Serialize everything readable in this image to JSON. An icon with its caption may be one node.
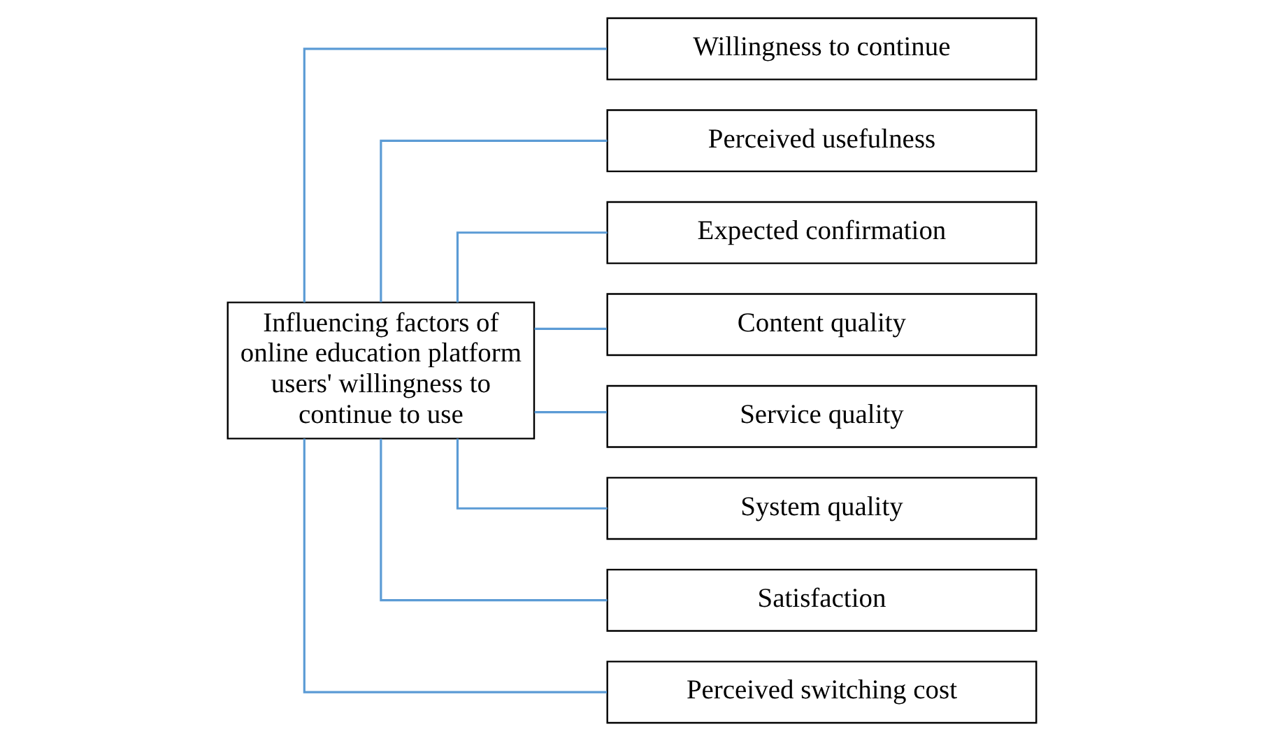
{
  "diagram": {
    "nodes": [
      {
        "text": [
          "Influencing factors of online education platform users' willingness to continue to use"
        ]
      },
      {
        "text": [
          "Willingness to continue"
        ]
      },
      {
        "text": [
          "Perceived usefulness"
        ]
      },
      {
        "text": [
          "Expected confirmation"
        ]
      },
      {
        "text": [
          "Content quality"
        ]
      },
      {
        "text": [
          "Service quality"
        ]
      },
      {
        "text": [
          "System quality"
        ]
      },
      {
        "text": [
          "Satisfaction"
        ]
      },
      {
        "text": [
          "Perceived switching cost"
        ]
      }
    ],
    "edges": [
      {
        "from": 0,
        "to": 1,
        "arrow": "none"
      },
      {
        "from": 0,
        "to": 2,
        "arrow": "none"
      },
      {
        "from": 0,
        "to": 3,
        "arrow": "none"
      },
      {
        "from": 0,
        "to": 4,
        "arrow": "none"
      },
      {
        "from": 0,
        "to": 5,
        "arrow": "none"
      },
      {
        "from": 0,
        "to": 6,
        "arrow": "none"
      },
      {
        "from": 0,
        "to": 7,
        "arrow": "none"
      },
      {
        "from": 0,
        "to": 8,
        "arrow": "none"
      }
    ]
  }
}
